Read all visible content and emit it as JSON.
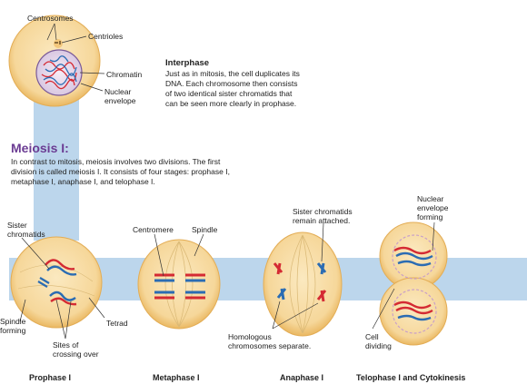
{
  "interphase": {
    "title": "Interphase",
    "description": "Just as in mitosis, the cell duplicates its\nDNA. Each chromosome then consists\nof two identical sister chromatids that\ncan be seen more clearly in prophase.",
    "labels": {
      "centrosomes": "Centrosomes",
      "centrioles": "Centrioles",
      "chromatin": "Chromatin",
      "nuclear_envelope": "Nuclear\nenvelope"
    }
  },
  "meiosis1": {
    "title": "Meiosis I:",
    "description": "In contrast to mitosis, meiosis involves two divisions. The first\ndivision is called meiosis I. It consists of four stages: prophase I,\nmetaphase I, anaphase I, and telophase I."
  },
  "labels": {
    "sister_chromatids": "Sister\nchromatids",
    "spindle_forming": "Spindle\nforming",
    "sites_crossing_over": "Sites of\ncrossing over",
    "tetrad": "Tetrad",
    "centromere": "Centromere",
    "spindle": "Spindle",
    "sister_chromatids_remain": "Sister chromatids\nremain attached.",
    "homologous_separate": "Homologous\nchromosomes separate.",
    "nuclear_envelope_forming": "Nuclear\nenvelope\nforming",
    "cell_dividing": "Cell\ndividing"
  },
  "stages": [
    "Prophase I",
    "Metaphase I",
    "Anaphase I",
    "Telophase I and Cytokinesis"
  ],
  "colors": {
    "cell_fill": "#f7dca0",
    "cell_edge": "#e9b95a",
    "band": "#bcd6ec",
    "red": "#d42a33",
    "blue": "#2b6cb3",
    "purple_accent": "#6b3c93"
  }
}
